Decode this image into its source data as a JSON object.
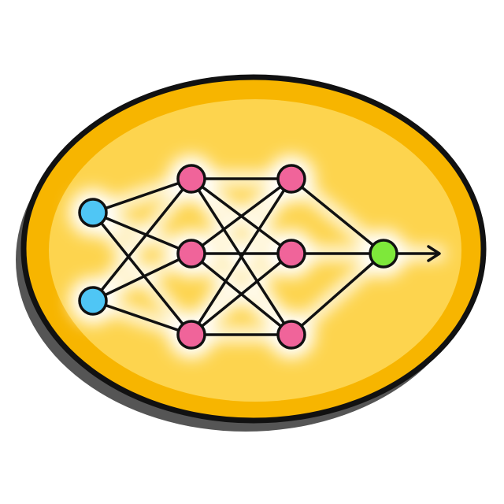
{
  "diagram": {
    "type": "neural-network-icon",
    "layers": [
      {
        "role": "input",
        "nodes": 2,
        "color": "#4fc6f5"
      },
      {
        "role": "hidden",
        "nodes": 3,
        "color": "#f0649a"
      },
      {
        "role": "hidden",
        "nodes": 3,
        "color": "#f0649a"
      },
      {
        "role": "output",
        "nodes": 1,
        "color": "#7ee83a"
      }
    ],
    "connectivity": "fully-connected",
    "output_arrow": true,
    "colors": {
      "badge_border": "#f7b500",
      "badge_fill": "#fdd44e",
      "outline": "#111111",
      "shadow": "#555555",
      "glow": "#ffffff"
    }
  }
}
